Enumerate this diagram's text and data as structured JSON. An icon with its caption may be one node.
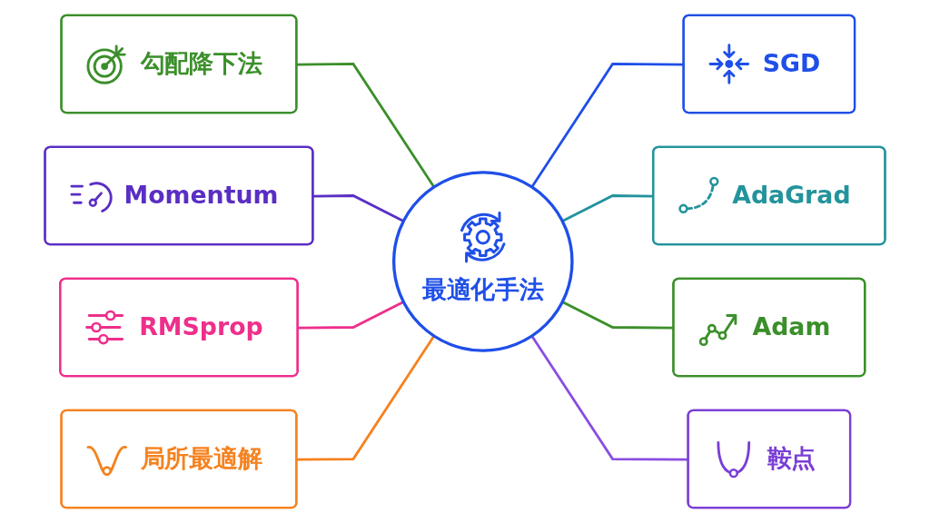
{
  "diagram": {
    "nodes": [
      {
        "text": [
          "最適化手法"
        ]
      },
      {
        "text": [
          "勾配降下法"
        ]
      },
      {
        "text": [
          "SGD"
        ]
      },
      {
        "text": [
          "Momentum"
        ]
      },
      {
        "text": [
          "AdaGrad"
        ]
      },
      {
        "text": [
          "RMSprop"
        ]
      },
      {
        "text": [
          "Adam"
        ]
      },
      {
        "text": [
          "局所最適解"
        ]
      },
      {
        "text": [
          "鞍点"
        ]
      }
    ],
    "edges": [
      {
        "from": 1,
        "to": 0,
        "arrow": "none",
        "color": "#3b8f2a"
      },
      {
        "from": 0,
        "to": 2,
        "arrow": "none",
        "color": "#1f4fe8"
      },
      {
        "from": 3,
        "to": 0,
        "arrow": "none",
        "color": "#5a2ec4"
      },
      {
        "from": 0,
        "to": 4,
        "arrow": "none",
        "color": "#23939c"
      },
      {
        "from": 5,
        "to": 0,
        "arrow": "none",
        "color": "#ee2f8c"
      },
      {
        "from": 0,
        "to": 6,
        "arrow": "none",
        "color": "#3b8f2a"
      },
      {
        "from": 7,
        "to": 0,
        "arrow": "none",
        "color": "#f5821f"
      },
      {
        "from": 0,
        "to": 8,
        "arrow": "none",
        "color": "#8a4ee0"
      }
    ]
  }
}
